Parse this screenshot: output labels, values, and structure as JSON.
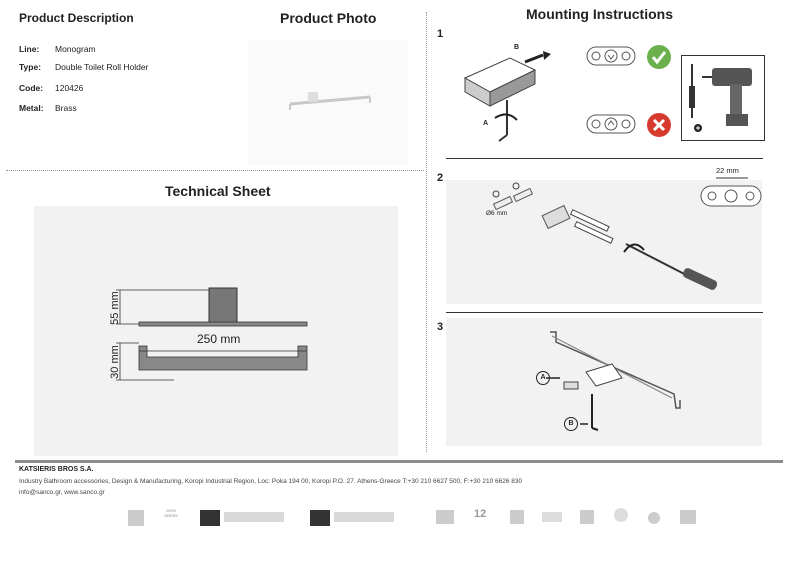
{
  "left": {
    "description_title": "Product Description",
    "photo_title": "Product Photo",
    "properties": [
      {
        "key": "Line:",
        "value": "Monogram"
      },
      {
        "key": "Type:",
        "value": "Double Toilet Roll Holder"
      },
      {
        "key": "Code:",
        "value": "120426"
      },
      {
        "key": "Metal:",
        "value": "Brass"
      }
    ],
    "technical_title": "Technical Sheet",
    "dimensions": {
      "height_top": "55 mm",
      "width": "250 mm",
      "height_bottom": "30 mm"
    }
  },
  "right": {
    "title": "Mounting Instructions",
    "steps": [
      {
        "number": "1",
        "label_b": "B",
        "label_a": "A"
      },
      {
        "number": "2",
        "screw_label": "Ø6 mm",
        "spacing_label": "22 mm"
      },
      {
        "number": "3",
        "label_a": "A",
        "label_b": "B"
      }
    ]
  },
  "footer": {
    "company": "KATSIERIS BROS S.A.",
    "address": "Industry Bathroom accessories, Design & Manufacturing, Koropi Industrial Region, Loc: Poka 194 00, Koropi P.O. 27. Athens-Greece   T:+30 210 6627 500, F:+30 210 6626 830",
    "contact": "info@sanco.gr, www.sanco.gr",
    "badges": [
      "100% GREEK",
      "12"
    ],
    "colors": {
      "bar": "#8c8c8c",
      "accent_green": "#6ab04c",
      "accent_red": "#d63a2f"
    }
  }
}
